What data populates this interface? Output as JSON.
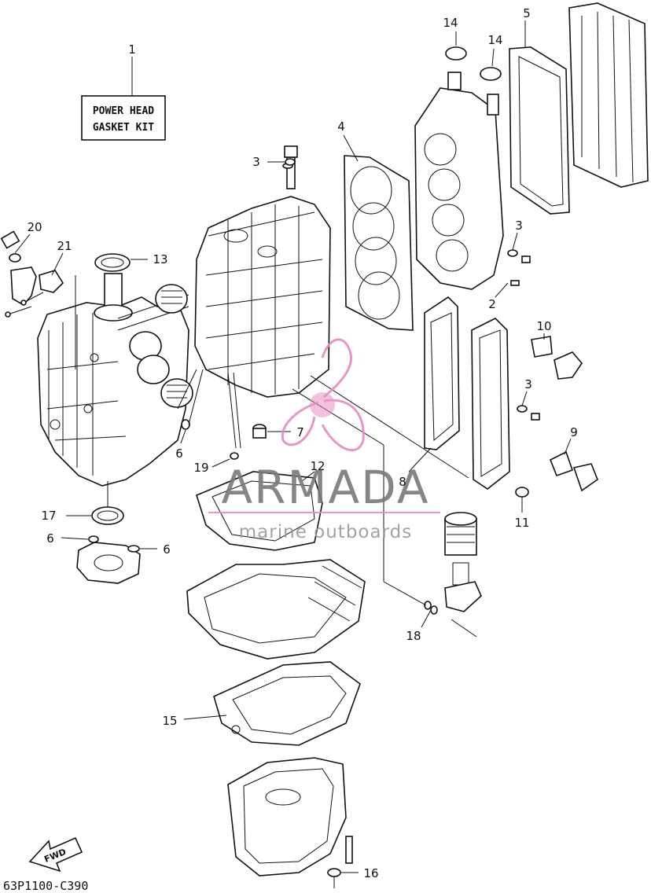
{
  "kit_box": {
    "line1": "POWER HEAD",
    "line2": "GASKET KIT"
  },
  "callouts": [
    {
      "id": "c1",
      "text": "1"
    },
    {
      "id": "c2",
      "text": "2"
    },
    {
      "id": "c3a",
      "text": "3"
    },
    {
      "id": "c3b",
      "text": "3"
    },
    {
      "id": "c3c",
      "text": "3"
    },
    {
      "id": "c4",
      "text": "4"
    },
    {
      "id": "c5",
      "text": "5"
    },
    {
      "id": "c6a",
      "text": "6"
    },
    {
      "id": "c6b",
      "text": "6"
    },
    {
      "id": "c6c",
      "text": "6"
    },
    {
      "id": "c7",
      "text": "7"
    },
    {
      "id": "c8",
      "text": "8"
    },
    {
      "id": "c9",
      "text": "9"
    },
    {
      "id": "c10",
      "text": "10"
    },
    {
      "id": "c11",
      "text": "11"
    },
    {
      "id": "c12",
      "text": "12"
    },
    {
      "id": "c13",
      "text": "13"
    },
    {
      "id": "c14a",
      "text": "14"
    },
    {
      "id": "c14b",
      "text": "14"
    },
    {
      "id": "c15",
      "text": "15"
    },
    {
      "id": "c16",
      "text": "16"
    },
    {
      "id": "c17",
      "text": "17"
    },
    {
      "id": "c18",
      "text": "18"
    },
    {
      "id": "c19",
      "text": "19"
    },
    {
      "id": "c20",
      "text": "20"
    },
    {
      "id": "c21",
      "text": "21"
    }
  ],
  "watermark": {
    "brand": "ARMADA",
    "tagline": "marine outboards"
  },
  "fwd_label": "FWD",
  "diagram_code": "63P1100-C390",
  "colors": {
    "ink": "#111111",
    "watermark_pink": "#e48cc0",
    "watermark_gray": "#7a7a7a"
  }
}
